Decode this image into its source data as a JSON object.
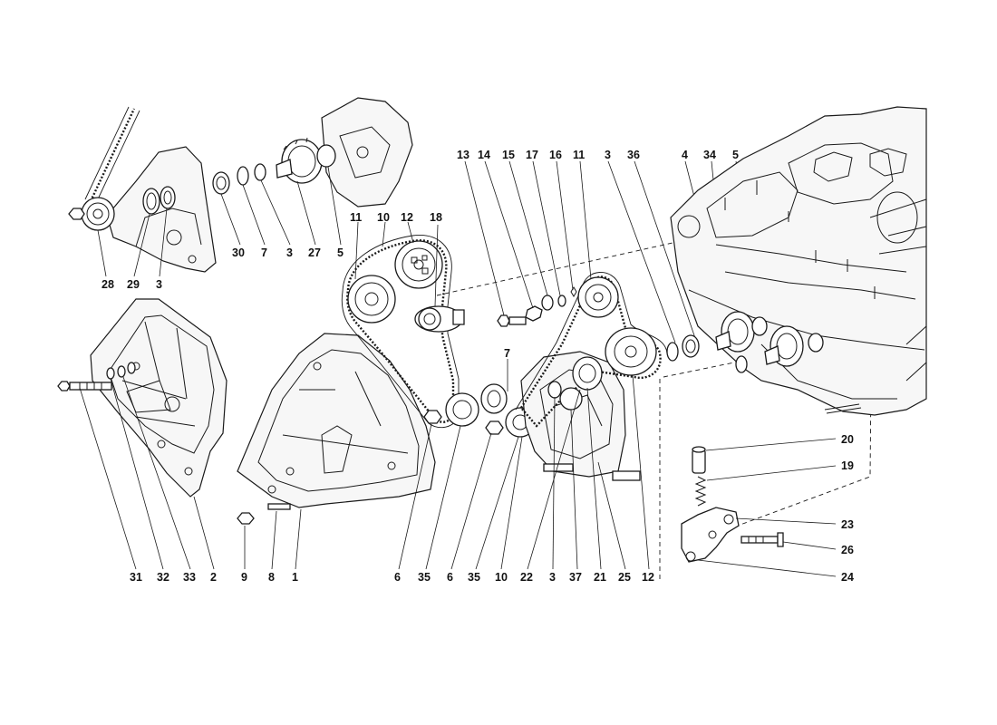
{
  "callouts": {
    "top_left_group": [
      "28",
      "29",
      "3",
      "30",
      "7",
      "3",
      "27",
      "5"
    ],
    "top_center_group": [
      "11",
      "10",
      "12",
      "18"
    ],
    "top_row": [
      "13",
      "14",
      "15",
      "17",
      "16",
      "11",
      "3",
      "36",
      "4",
      "34",
      "5"
    ],
    "mid_labels": [
      "7"
    ],
    "bottom_row": [
      "31",
      "32",
      "33",
      "2",
      "9",
      "8",
      "1",
      "6",
      "35",
      "6",
      "35",
      "10",
      "22",
      "3",
      "37",
      "21",
      "25",
      "12"
    ],
    "tensioner_labels": [
      "20",
      "19",
      "23",
      "26",
      "24"
    ]
  }
}
